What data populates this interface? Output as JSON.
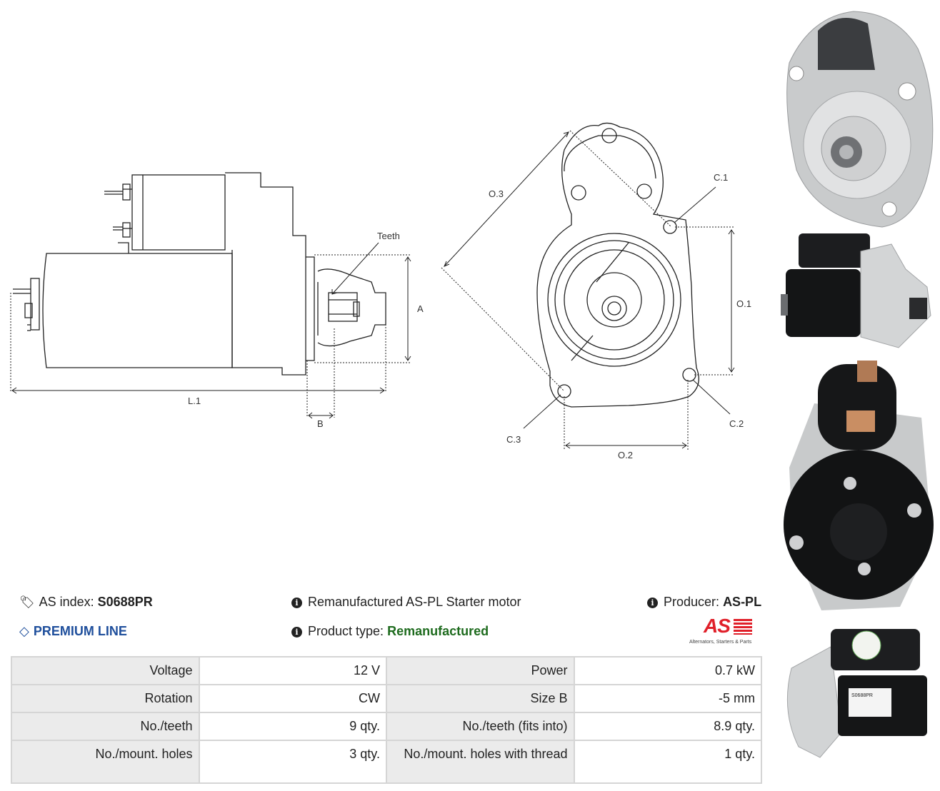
{
  "drawing_labels": {
    "teeth": "Teeth",
    "a": "A",
    "b": "B",
    "l1": "L.1",
    "o1": "O.1",
    "o2": "O.2",
    "o3": "O.3",
    "c1": "C.1",
    "c2": "C.2",
    "c3": "C.3"
  },
  "info": {
    "as_index_label": "AS index:",
    "as_index_value": "S0688PR",
    "premium_line": "PREMIUM LINE",
    "description": "Remanufactured AS-PL Starter motor",
    "product_type_label": "Product type:",
    "product_type_value": "Remanufactured",
    "producer_label": "Producer:",
    "producer_value": "AS-PL",
    "logo_text": "AS",
    "logo_tagline": "Alternators, Starters & Parts"
  },
  "specs": [
    {
      "k1": "Voltage",
      "v1": "12 V",
      "k2": "Power",
      "v2": "0.7 kW"
    },
    {
      "k1": "Rotation",
      "v1": "CW",
      "k2": "Size B",
      "v2": "-5 mm"
    },
    {
      "k1": "No./teeth",
      "v1": "9 qty.",
      "k2": "No./teeth (fits into)",
      "v2": "8.9 qty."
    },
    {
      "k1": "No./mount. holes",
      "v1": "3 qty.",
      "k2": "No./mount. holes with thread",
      "v2": "1 qty."
    }
  ],
  "photos": {
    "label_tag": "S0688PR"
  },
  "colors": {
    "premium_blue": "#1f4f9c",
    "remanufactured_green": "#1e6b1e",
    "logo_red": "#e0202a",
    "table_key_bg": "#ebebeb"
  }
}
